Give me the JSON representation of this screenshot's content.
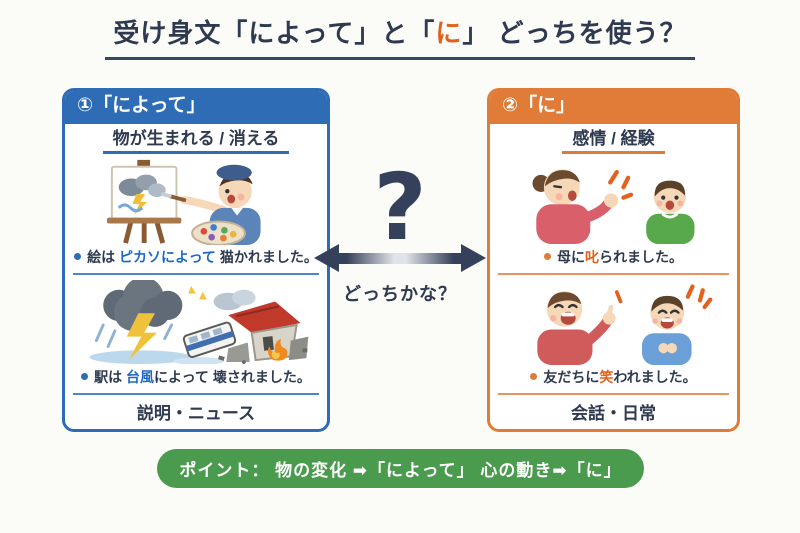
{
  "title": {
    "pre": "受け身文「によって」と「",
    "highlight": "に",
    "post": "」 どっちを使う？"
  },
  "left_card": {
    "header": "①「によって」",
    "subtitle": "物が生まれる / 消える",
    "examples": [
      {
        "pre": "絵は ",
        "highlight": "ピカソによって",
        "post": " 猫かれました。"
      },
      {
        "pre": "駅は ",
        "highlight": "台風",
        "post": "によって 壊されました。"
      }
    ],
    "footer": "説明・ニュース",
    "accent_color": "#2e6cb5",
    "highlight_color": "#1d69c2"
  },
  "center": {
    "question_mark": "?",
    "caption": "どっちかな？",
    "arrow_color": "#35415a"
  },
  "right_card": {
    "header": "②「に」",
    "subtitle": "感情 / 経験",
    "examples": [
      {
        "pre": "母に",
        "highlight": "叱",
        "post": "られました。"
      },
      {
        "pre": "友だちに",
        "highlight": "笑",
        "post": "われました。"
      }
    ],
    "footer": "会話・日常",
    "accent_color": "#e07c38",
    "highlight_color": "#e2611c"
  },
  "point_banner": {
    "text": "ポイント： 物の変化 ➡「によって」 心の動き➡「に」",
    "color": "#4a9b4e"
  }
}
